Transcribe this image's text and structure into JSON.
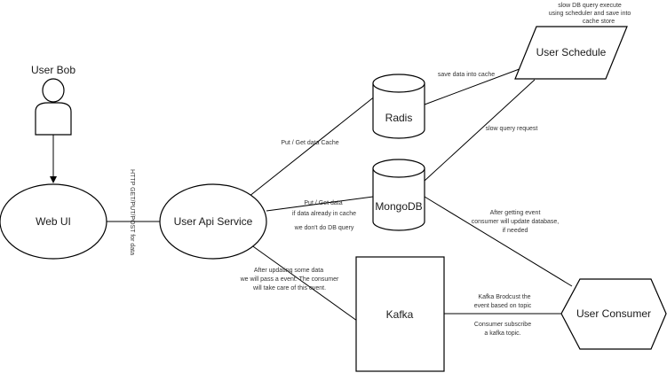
{
  "nodes": {
    "user_bob": "User Bob",
    "web_ui": "Web UI",
    "user_api_service": "User Api Service",
    "radis": "Radis",
    "mongodb": "MongoDB",
    "kafka": "Kafka",
    "user_schedule": "User Schedule",
    "user_consumer": "User Consumer"
  },
  "edge_labels": {
    "http": "HTTP GET/PUT/POST for data",
    "cache": "Put / Get data Cache",
    "db": [
      "Put / Get data",
      "if data already in cache",
      "we don't do DB query"
    ],
    "save_cache": "save data into cache",
    "slow_query": "slow query request",
    "kafka_event": [
      "After updating some data",
      "we will pass a event. The consumer",
      "will take care of this event."
    ],
    "consumer_update": [
      "After getting event",
      "consumer will update database,",
      "if needed"
    ],
    "kafka_broadcast": [
      "Kafka Brodcust the",
      "event based on topic"
    ],
    "consumer_subscribe": [
      "Consumer subscribe",
      "a kafka topic."
    ],
    "schedule_note": [
      "slow DB query execute",
      "using scheduler and save into",
      "cache store"
    ]
  }
}
